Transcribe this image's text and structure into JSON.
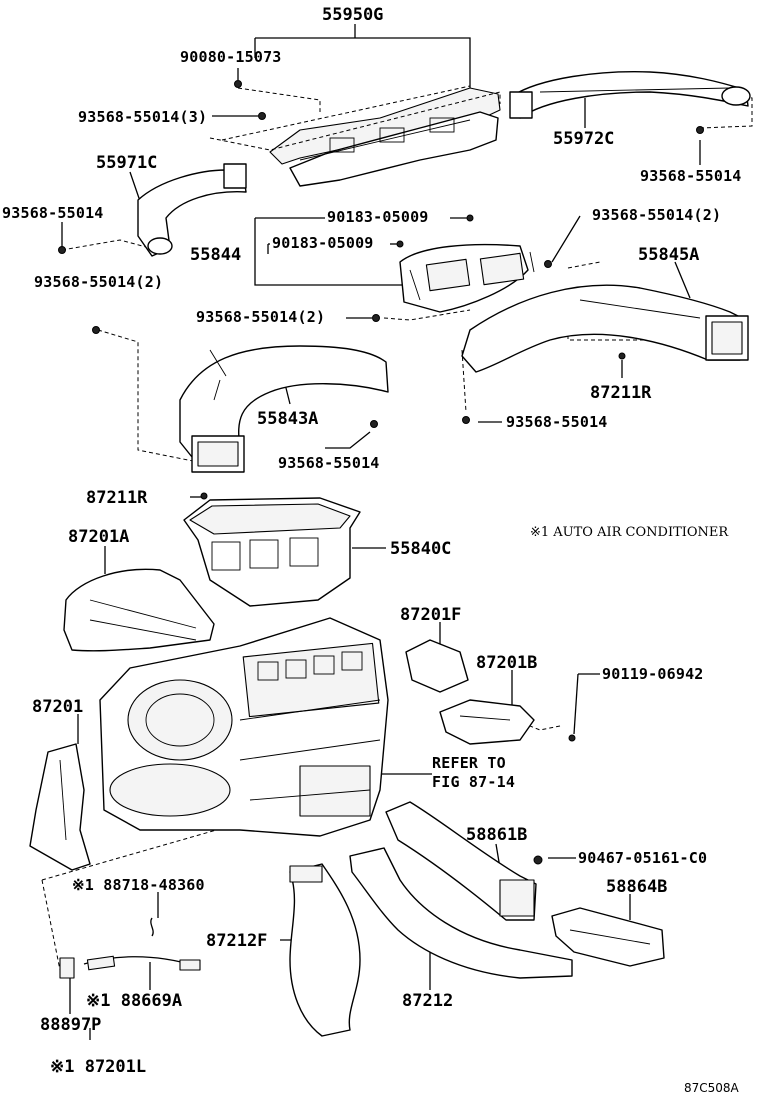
{
  "labels": {
    "p55950G": "55950G",
    "p90080_15073": "90080-15073",
    "p93568_55014_3": "93568-55014(3)",
    "p55972C": "55972C",
    "p93568_55014_tr": "93568-55014",
    "p55971C": "55971C",
    "p93568_55014_l": "93568-55014",
    "p90183_05009_a": "90183-05009",
    "p93568_55014_2_r": "93568-55014(2)",
    "p90183_05009_b": "90183-05009",
    "p55844": "55844",
    "p55845A": "55845A",
    "p93568_55014_2_l": "93568-55014(2)",
    "p93568_55014_2_m": "93568-55014(2)",
    "p87211R_r": "87211R",
    "p55843A": "55843A",
    "p93568_55014_m": "93568-55014",
    "p93568_55014_bm": "93568-55014",
    "p87211R_l": "87211R",
    "p87201A": "87201A",
    "p55840C": "55840C",
    "p87201F": "87201F",
    "p87201B": "87201B",
    "p90119_06942": "90119-06942",
    "p87201": "87201",
    "refer1": "REFER TO",
    "refer2": "FIG 87-14",
    "p58861B": "58861B",
    "p90467_05161_C0": "90467-05161-C0",
    "p88718_48360": "※1 88718-48360",
    "p58864B": "58864B",
    "p87212F": "87212F",
    "p87212": "87212",
    "p88669A": "※1 88669A",
    "p88897P": "88897P",
    "p87201L": "※1 87201L"
  },
  "note": "※1 AUTO AIR CONDITIONER",
  "figure_code": "87C508A"
}
